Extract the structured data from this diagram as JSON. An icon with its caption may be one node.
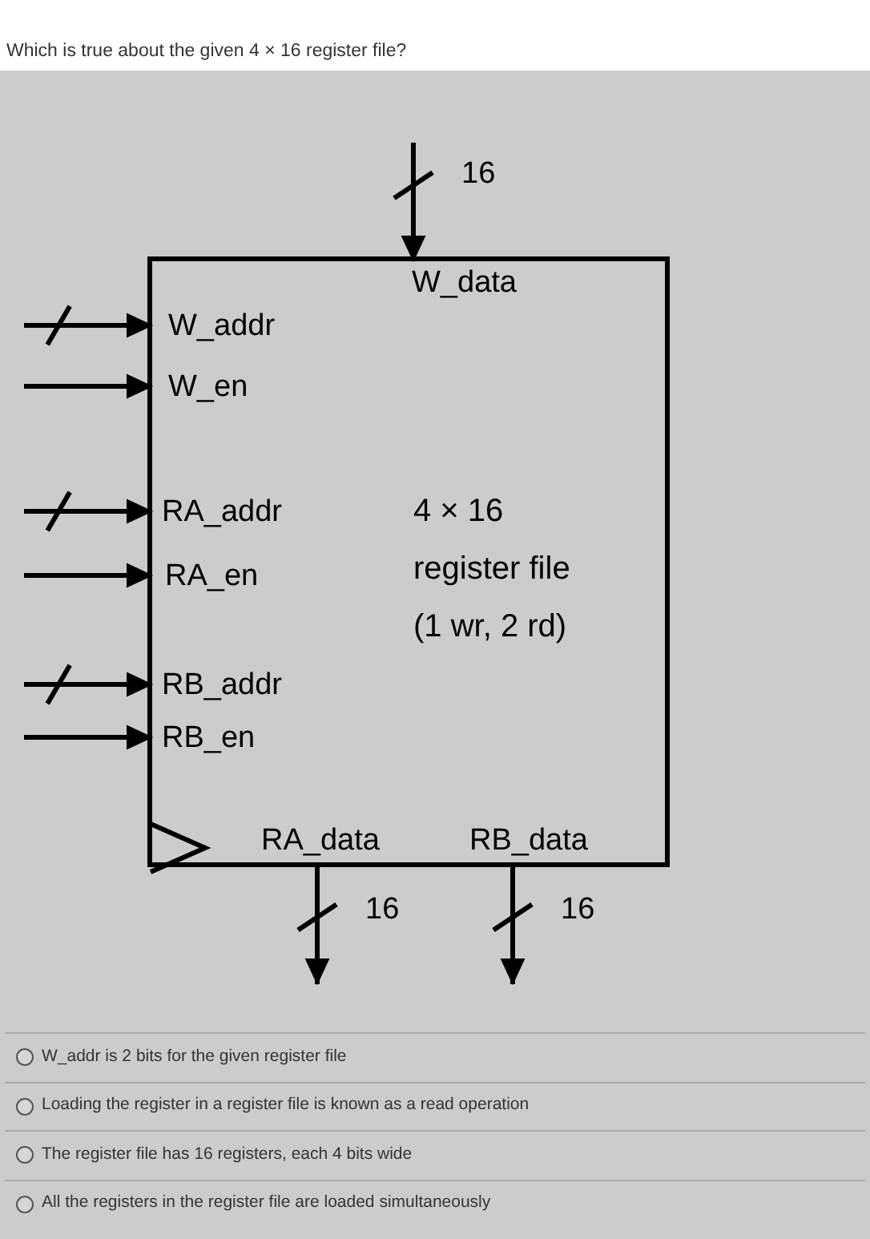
{
  "diagram": {
    "title": "Which is true about the given 4 × 16 register file?",
    "nodes": [
      {
        "text": [
          "4 × 16",
          "register file",
          "(1 wr, 2 rd)"
        ]
      },
      {
        "text": [
          "W_data"
        ],
        "in": 0
      },
      {
        "text": [
          "W_addr"
        ],
        "in": 0
      },
      {
        "text": [
          "W_en"
        ],
        "in": 0
      },
      {
        "text": [
          "RA_addr"
        ],
        "in": 0
      },
      {
        "text": [
          "RA_en"
        ],
        "in": 0
      },
      {
        "text": [
          "RB_addr"
        ],
        "in": 0
      },
      {
        "text": [
          "RB_en"
        ],
        "in": 0
      },
      {
        "text": [
          "RA_data"
        ],
        "in": 0
      },
      {
        "text": [
          "RB_data"
        ],
        "in": 0
      }
    ],
    "edges": [
      {
        "from": null,
        "to": 1,
        "arrow": "to",
        "label": "16"
      },
      {
        "from": null,
        "to": 2,
        "arrow": "to"
      },
      {
        "from": null,
        "to": 3,
        "arrow": "to"
      },
      {
        "from": null,
        "to": 4,
        "arrow": "to"
      },
      {
        "from": null,
        "to": 5,
        "arrow": "to"
      },
      {
        "from": null,
        "to": 6,
        "arrow": "to"
      },
      {
        "from": null,
        "to": 7,
        "arrow": "to"
      },
      {
        "from": 8,
        "to": null,
        "arrow": "to",
        "label": "16"
      },
      {
        "from": 9,
        "to": null,
        "arrow": "to",
        "label": "16"
      }
    ],
    "labels": [
      "W_addr is 2 bits for the given register file",
      "Loading the register in a register file is known as a read operation",
      "The register file has 16 registers, each 4 bits wide",
      "All the registers in the register file are loaded simultaneously"
    ]
  }
}
